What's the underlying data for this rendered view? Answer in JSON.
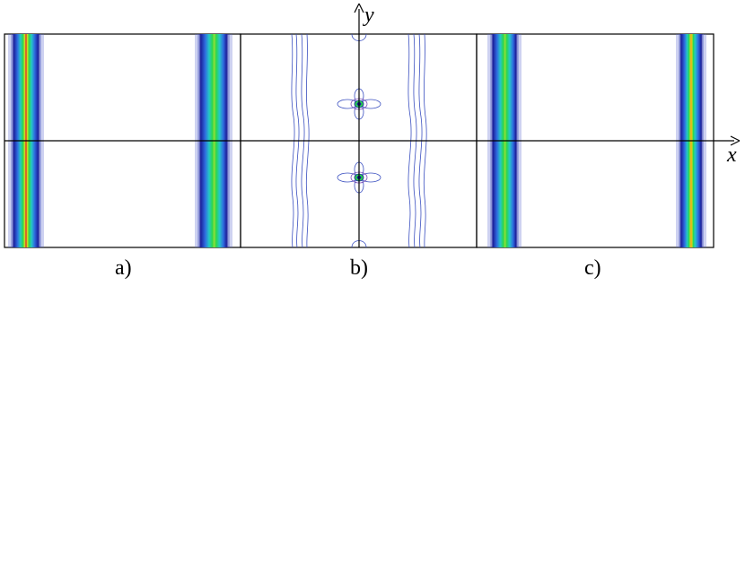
{
  "figure": {
    "panels": [
      {
        "id": "a",
        "label": "a)"
      },
      {
        "id": "b",
        "label": "b)"
      },
      {
        "id": "c",
        "label": "c)"
      }
    ],
    "axes": {
      "x_label": "x",
      "y_label": "y"
    }
  },
  "colors": {
    "contour_outer": "#5a6bd0",
    "contour_inner": "#7a4fb8",
    "band_dark": "#1b1f9a",
    "band_blue": "#2f6ce0",
    "band_cyan": "#25c7c7",
    "band_green": "#2bd64d",
    "band_yellow": "#d6e21e",
    "band_orange": "#f08a1a",
    "band_red": "#d8262a",
    "frame": "#000000"
  }
}
